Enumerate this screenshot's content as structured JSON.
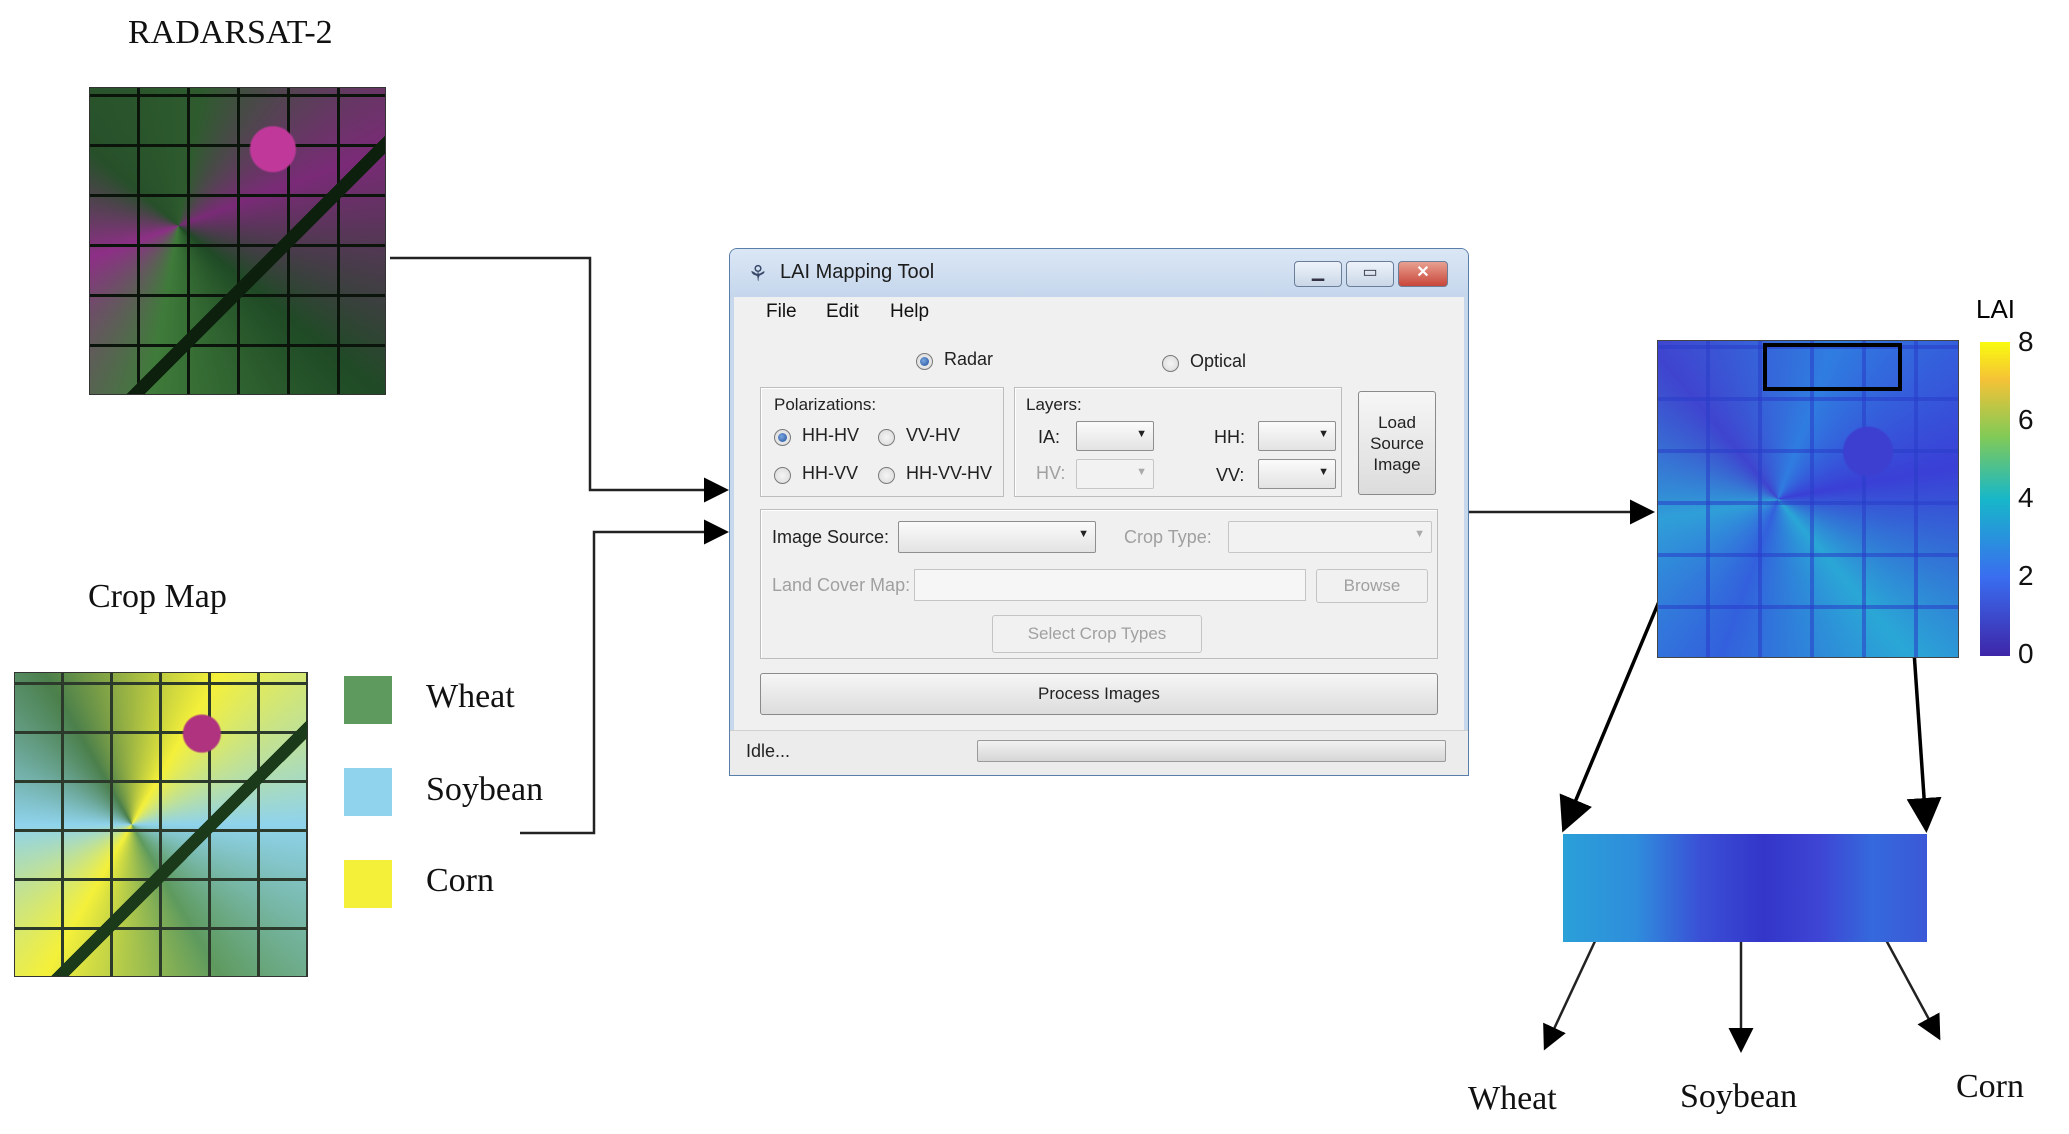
{
  "left": {
    "radar_title": "RADARSAT-2",
    "crop_title": "Crop Map",
    "legend": [
      {
        "label": "Wheat",
        "color": "#5e9a5e"
      },
      {
        "label": "Soybean",
        "color": "#8fd3ec"
      },
      {
        "label": "Corn",
        "color": "#f4f03a"
      }
    ]
  },
  "window": {
    "title": "LAI Mapping Tool",
    "menu": [
      "File",
      "Edit",
      "Help"
    ],
    "mode": {
      "radar": "Radar",
      "optical": "Optical",
      "selected": "Radar"
    },
    "polarizations": {
      "label": "Polarizations:",
      "options": [
        "HH-HV",
        "VV-HV",
        "HH-VV",
        "HH-VV-HV"
      ],
      "selected": "HH-HV"
    },
    "layers": {
      "label": "Layers:",
      "ia": "IA:",
      "hv": "HV:",
      "hh": "HH:",
      "vv": "VV:"
    },
    "load_button": "Load Source Image",
    "image_source_label": "Image Source:",
    "crop_type_label": "Crop Type:",
    "land_cover_label": "Land Cover Map:",
    "browse_button": "Browse",
    "select_crop_button": "Select Crop Types",
    "process_button": "Process Images",
    "status": "Idle..."
  },
  "right": {
    "colorbar_title": "LAI",
    "colorbar_ticks": [
      "8",
      "6",
      "4",
      "2",
      "0"
    ],
    "labels": [
      "Wheat",
      "Soybean",
      "Corn"
    ]
  }
}
